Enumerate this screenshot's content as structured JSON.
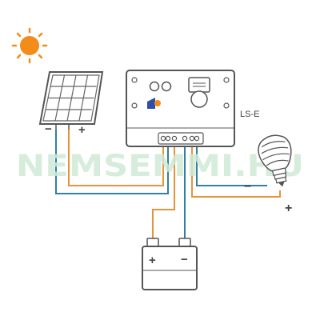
{
  "controller": {
    "model_label": "LS-E",
    "brand_mark": "EPsolar"
  },
  "panel": {
    "minus_label": "−",
    "plus_label": "+"
  },
  "load": {
    "minus_label": "−",
    "plus_label": "+"
  },
  "battery": {
    "plus_label": "+",
    "minus_label": "−"
  },
  "watermark": "NEMSEMMI.HU",
  "colors": {
    "positive_wire": "#e8923a",
    "negative_wire": "#2f7fa6",
    "sun": "#f28c1a",
    "outline": "#555555"
  }
}
